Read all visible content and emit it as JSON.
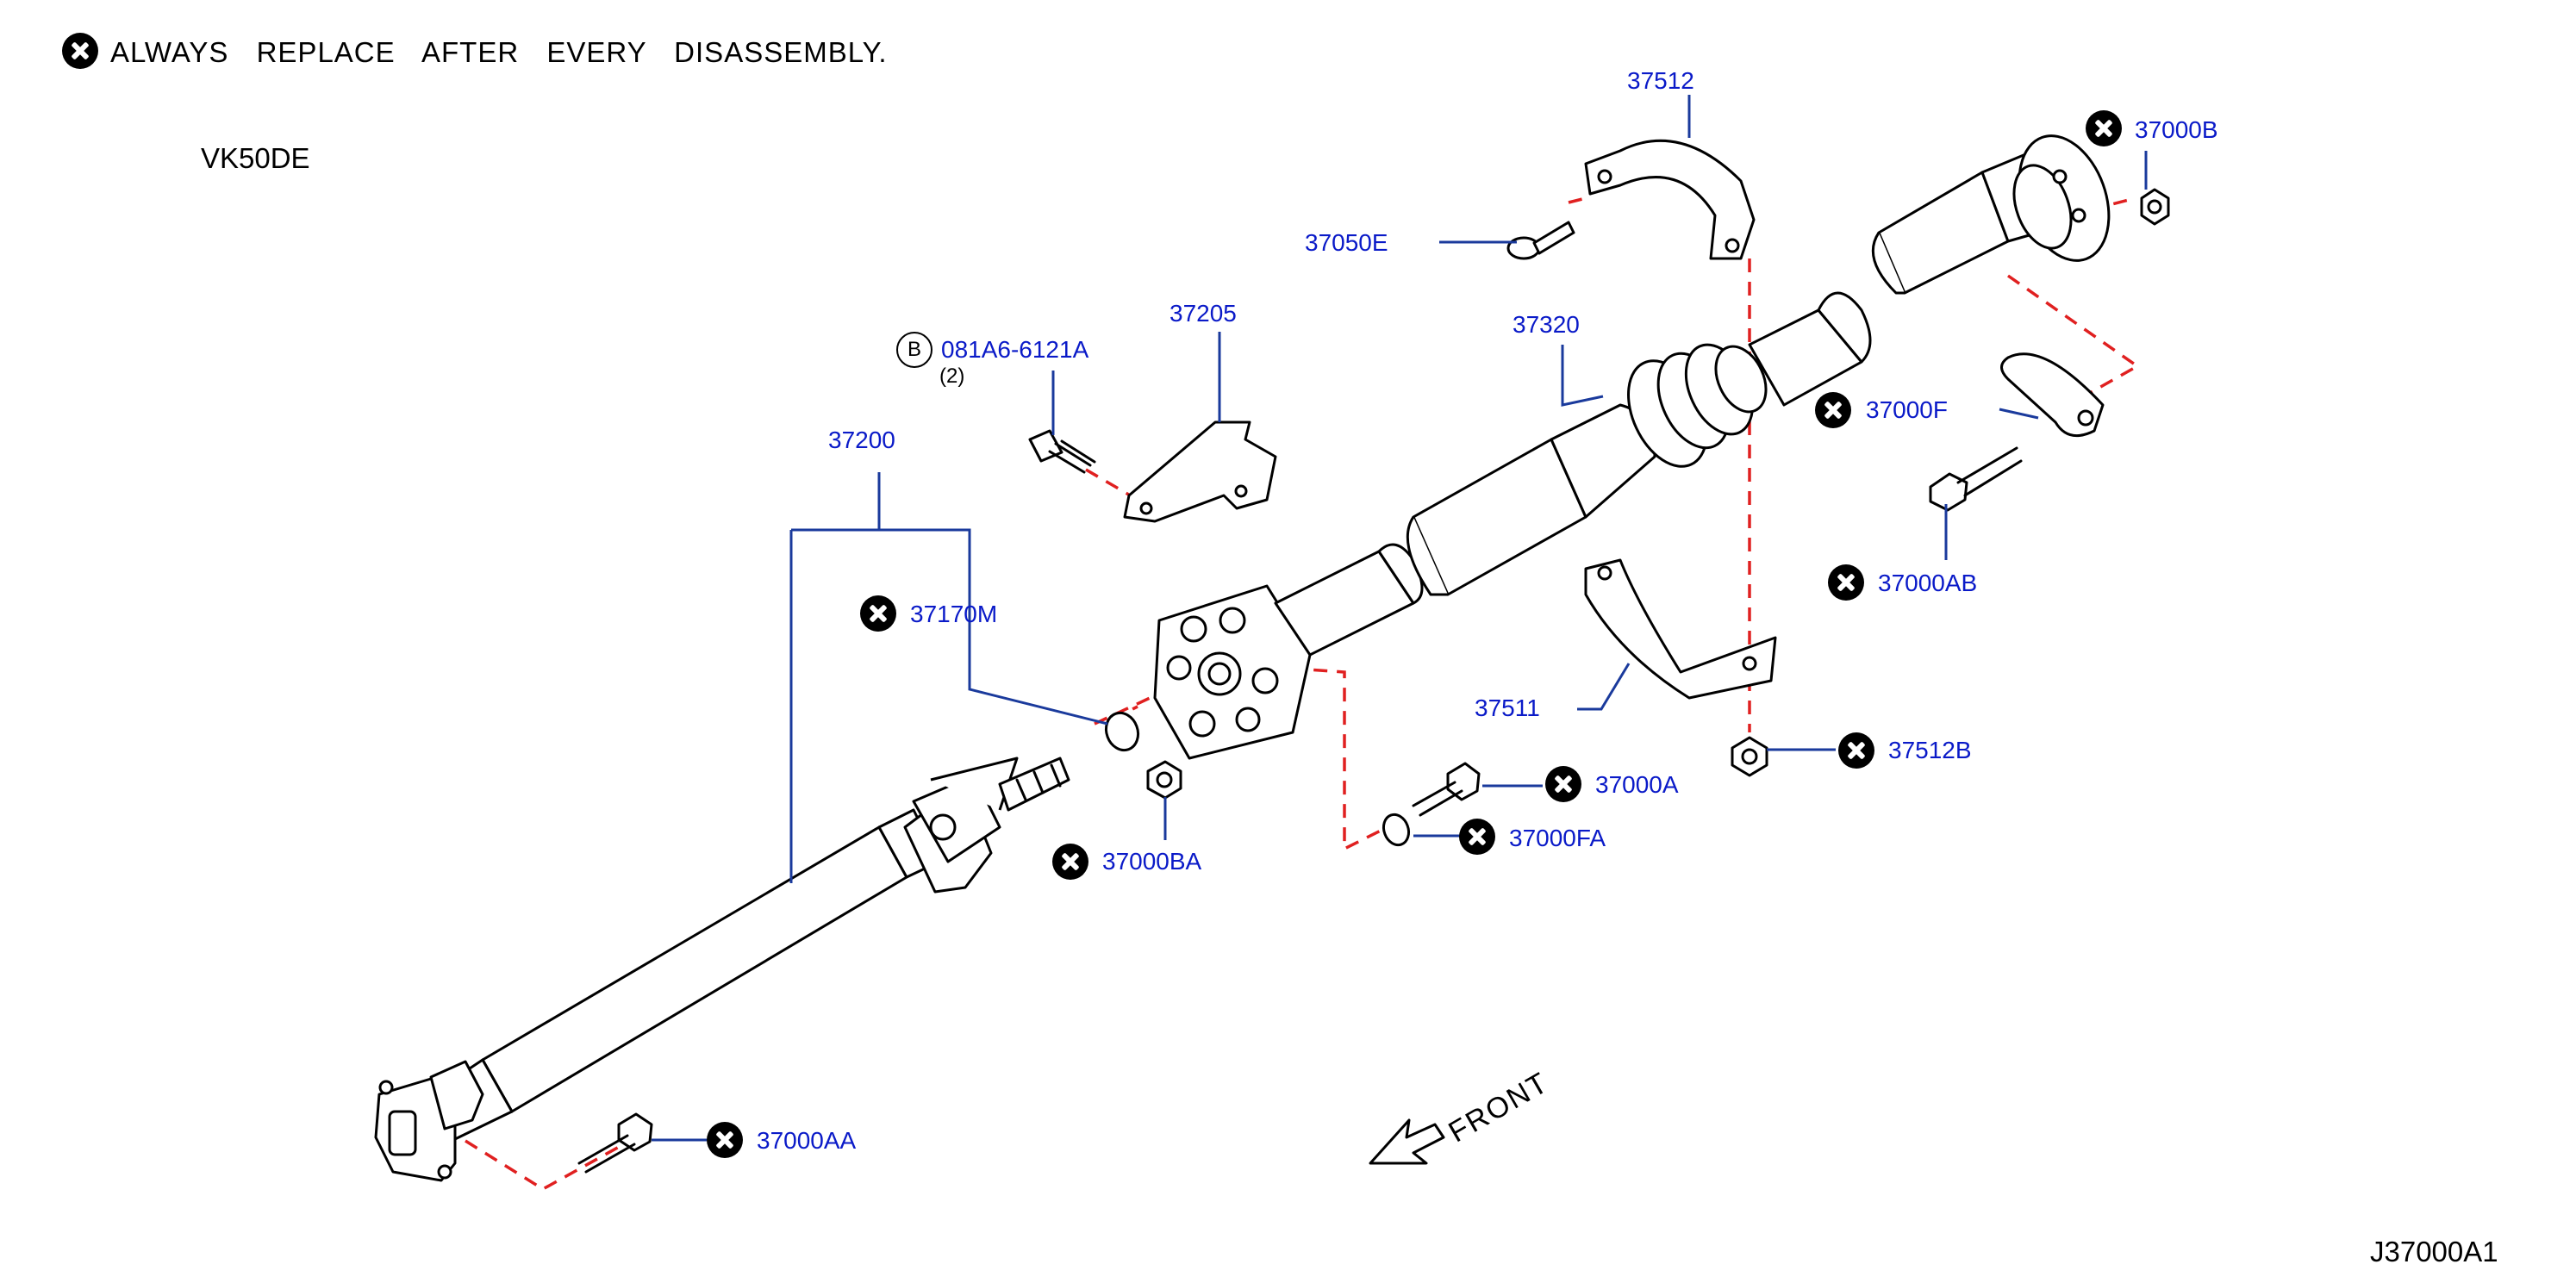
{
  "notice": {
    "text": "ALWAYS REPLACE AFTER EVERY DISASSEMBLY.",
    "symbol": "x-circle-icon"
  },
  "engine": "VK50DE",
  "illustration_id": "J37000A1",
  "front_label": "FRONT",
  "parts": {
    "p37512": "37512",
    "p37000B": "37000B",
    "p37050E": "37050E",
    "p37205": "37205",
    "p081A6": "081A6-6121A",
    "p081A6_qty": "(2)",
    "p37320": "37320",
    "p37000F": "37000F",
    "p37200": "37200",
    "p37170M": "37170M",
    "p37000AB": "37000AB",
    "p37511": "37511",
    "p37512B": "37512B",
    "p37000A": "37000A",
    "p37000BA": "37000BA",
    "p37000FA": "37000FA",
    "p37000AA": "37000AA"
  },
  "b_symbol": "B",
  "colors": {
    "part_number": "#0a1ac8",
    "leader": "#1a3a9c",
    "assembly_line": "#e02020",
    "drawing": "#000000"
  }
}
